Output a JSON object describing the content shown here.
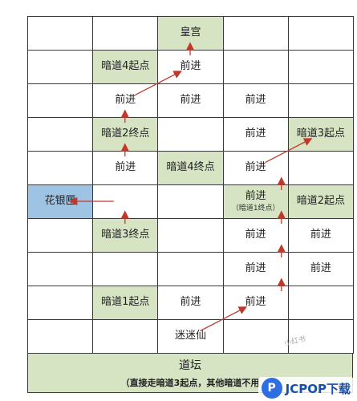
{
  "map": {
    "cells": [
      {
        "row": 0,
        "col": 2,
        "label": "皇宫",
        "sub": "",
        "style": "green"
      },
      {
        "row": 1,
        "col": 1,
        "label": "暗道4起点",
        "sub": "",
        "style": "green"
      },
      {
        "row": 1,
        "col": 2,
        "label": "前进",
        "sub": "",
        "style": "white"
      },
      {
        "row": 2,
        "col": 1,
        "label": "前进",
        "sub": "",
        "style": "white"
      },
      {
        "row": 2,
        "col": 2,
        "label": "前进",
        "sub": "",
        "style": "white"
      },
      {
        "row": 2,
        "col": 3,
        "label": "前进",
        "sub": "",
        "style": "white"
      },
      {
        "row": 3,
        "col": 1,
        "label": "暗道2终点",
        "sub": "",
        "style": "green"
      },
      {
        "row": 3,
        "col": 3,
        "label": "前进",
        "sub": "",
        "style": "white"
      },
      {
        "row": 3,
        "col": 4,
        "label": "暗道3起点",
        "sub": "",
        "style": "green"
      },
      {
        "row": 4,
        "col": 1,
        "label": "前进",
        "sub": "",
        "style": "white"
      },
      {
        "row": 4,
        "col": 2,
        "label": "暗道4终点",
        "sub": "",
        "style": "green"
      },
      {
        "row": 4,
        "col": 3,
        "label": "前进",
        "sub": "",
        "style": "white"
      },
      {
        "row": 5,
        "col": 0,
        "label": "花银匣",
        "sub": "",
        "style": "blue"
      },
      {
        "row": 5,
        "col": 3,
        "label": "前进",
        "sub": "（暗道1终点）",
        "style": "green"
      },
      {
        "row": 5,
        "col": 4,
        "label": "暗道2起点",
        "sub": "",
        "style": "green"
      },
      {
        "row": 6,
        "col": 1,
        "label": "暗道3终点",
        "sub": "",
        "style": "green"
      },
      {
        "row": 6,
        "col": 3,
        "label": "前进",
        "sub": "",
        "style": "white"
      },
      {
        "row": 6,
        "col": 4,
        "label": "前进",
        "sub": "",
        "style": "white"
      },
      {
        "row": 7,
        "col": 3,
        "label": "前进",
        "sub": "",
        "style": "white"
      },
      {
        "row": 7,
        "col": 4,
        "label": "前进",
        "sub": "",
        "style": "white"
      },
      {
        "row": 8,
        "col": 1,
        "label": "暗道1起点",
        "sub": "",
        "style": "green"
      },
      {
        "row": 8,
        "col": 2,
        "label": "前进",
        "sub": "",
        "style": "white"
      },
      {
        "row": 8,
        "col": 3,
        "label": "前进",
        "sub": "",
        "style": "white"
      },
      {
        "row": 9,
        "col": 2,
        "label": "迷迷仙",
        "sub": "",
        "style": "white"
      }
    ],
    "arrows": [
      {
        "from": [
          9,
          2
        ],
        "to": [
          8,
          3
        ]
      },
      {
        "from": [
          8,
          4
        ],
        "to": [
          7,
          4
        ]
      },
      {
        "from": [
          7,
          4
        ],
        "to": [
          6,
          4
        ]
      },
      {
        "from": [
          6,
          4
        ],
        "to": [
          5,
          4
        ]
      },
      {
        "from": [
          5,
          4
        ],
        "to": [
          4,
          4
        ]
      },
      {
        "from": [
          4,
          3
        ],
        "to": [
          3,
          4
        ]
      },
      {
        "from": [
          6,
          1
        ],
        "to": [
          5,
          1
        ]
      },
      {
        "from": [
          5,
          1
        ],
        "to": [
          5,
          0
        ]
      },
      {
        "from": [
          4,
          1
        ],
        "to": [
          3,
          1
        ]
      },
      {
        "from": [
          3,
          1
        ],
        "to": [
          2,
          1
        ]
      },
      {
        "from": [
          2,
          1
        ],
        "to": [
          1,
          2
        ]
      },
      {
        "from": [
          1,
          2
        ],
        "to": [
          0,
          2
        ]
      }
    ],
    "colors": {
      "green": "#d6e4c4",
      "blue": "#9fc3e3",
      "arrow": "#c0392b",
      "grid": "#3a3a3a"
    }
  },
  "footer": {
    "title": "道坛",
    "note": "（直接走暗道3起点，其他暗道不用"
  },
  "watermark": {
    "brand": "JCPOP下载",
    "logo_letter": "P",
    "stamp": "小红书"
  }
}
